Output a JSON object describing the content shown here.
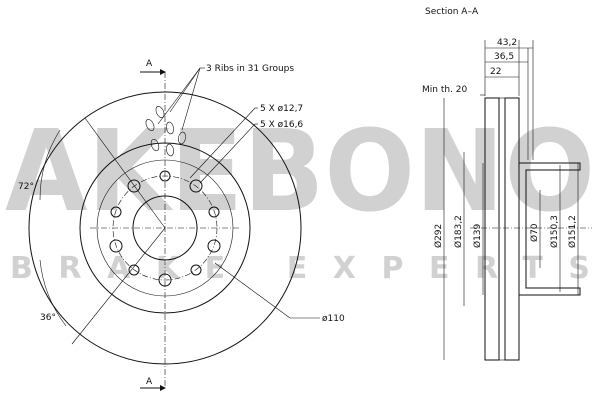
{
  "section_title": "Section A–A",
  "section_marker": "A",
  "labels": {
    "ribs": "3 Ribs in 31 Groups",
    "holes_small": "5 X ø12,7",
    "holes_large": "5 X ø16,6",
    "angle_72": "72°",
    "angle_36": "36°",
    "pcd": "ø110",
    "min_th": "Min th. 20"
  },
  "dimensions": {
    "w_43": "43,2",
    "w_36": "36,5",
    "w_22": "22",
    "d_292": "Ø292",
    "d_183": "Ø183,2",
    "d_139": "Ø139",
    "d_70": "Ø70",
    "d_150": "Ø150,3",
    "d_151": "Ø151,2"
  },
  "watermark": {
    "brand": "AKEBONO",
    "tagline": "BRAKE EXPERTS"
  },
  "colors": {
    "line": "#111111",
    "watermark": "#c9c9c9"
  }
}
